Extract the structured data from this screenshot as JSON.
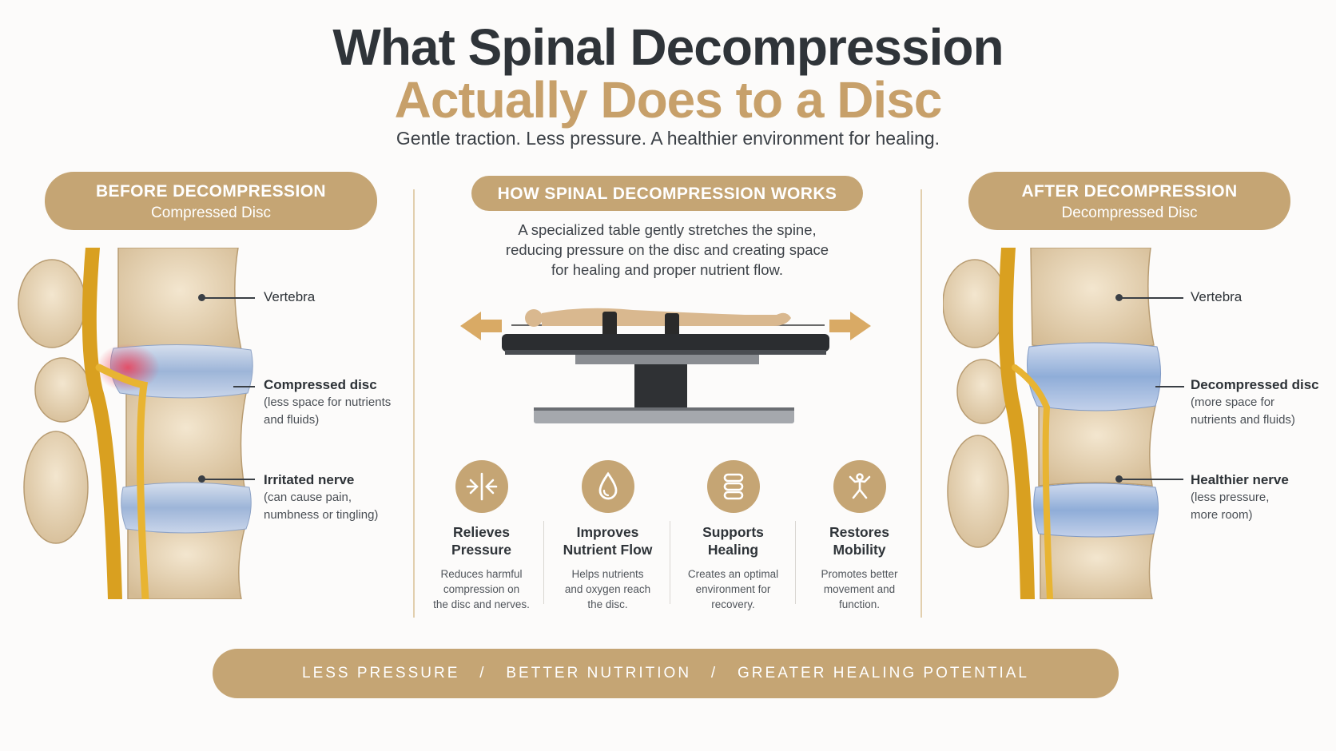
{
  "header": {
    "title_line1": "What Spinal Decompression",
    "title_line2": "Actually Does to a Disc",
    "subtitle": "Gentle traction. Less pressure. A healthier environment for healing."
  },
  "before": {
    "heading": "BEFORE DECOMPRESSION",
    "subheading": "Compressed Disc",
    "labels": [
      {
        "title": "Vertebra",
        "desc": ""
      },
      {
        "title": "Compressed disc",
        "desc_line1": "(less space for nutrients",
        "desc_line2": "and fluids)"
      },
      {
        "title": "Irritated nerve",
        "desc_line1": "(can cause pain,",
        "desc_line2": "numbness or tingling)"
      }
    ]
  },
  "middle": {
    "heading": "HOW SPINAL DECOMPRESSION WORKS",
    "lead_line1": "A specialized table gently stretches the spine,",
    "lead_line2": "reducing pressure on the disc and creating space",
    "lead_line3": "for healing and proper nutrient flow.",
    "features": [
      {
        "icon": "relieve-pressure-icon",
        "title_line1": "Relieves",
        "title_line2": "Pressure",
        "desc_line1": "Reduces harmful",
        "desc_line2": "compression on",
        "desc_line3": "the disc and nerves."
      },
      {
        "icon": "water-drop-icon",
        "title_line1": "Improves",
        "title_line2": "Nutrient Flow",
        "desc_line1": "Helps nutrients",
        "desc_line2": "and oxygen reach",
        "desc_line3": "the disc."
      },
      {
        "icon": "stacked-discs-icon",
        "title_line1": "Supports",
        "title_line2": "Healing",
        "desc_line1": "Creates an optimal",
        "desc_line2": "environment for",
        "desc_line3": "recovery."
      },
      {
        "icon": "active-person-icon",
        "title_line1": "Restores",
        "title_line2": "Mobility",
        "desc_line1": "Promotes better",
        "desc_line2": "movement and",
        "desc_line3": "function."
      }
    ]
  },
  "after": {
    "heading": "AFTER DECOMPRESSION",
    "subheading": "Decompressed Disc",
    "labels": [
      {
        "title": "Vertebra",
        "desc": ""
      },
      {
        "title": "Decompressed disc",
        "desc_line1": "(more space for",
        "desc_line2": "nutrients and fluids)"
      },
      {
        "title": "Healthier nerve",
        "desc_line1": "(less pressure,",
        "desc_line2": "more room)"
      }
    ]
  },
  "footer": {
    "item1": "LESS PRESSURE",
    "sep1": "/",
    "item2": "BETTER NUTRITION",
    "sep2": "/",
    "item3": "GREATER HEALING POTENTIAL"
  },
  "colors": {
    "accent": "#c5a574",
    "title_dark": "#2f3439",
    "title_gold": "#c7a06a",
    "bone": "#e6d3b3",
    "disc_blue": "#a9bfdc",
    "nerve": "#e0ac2a",
    "inflammation": "#e6495c"
  }
}
